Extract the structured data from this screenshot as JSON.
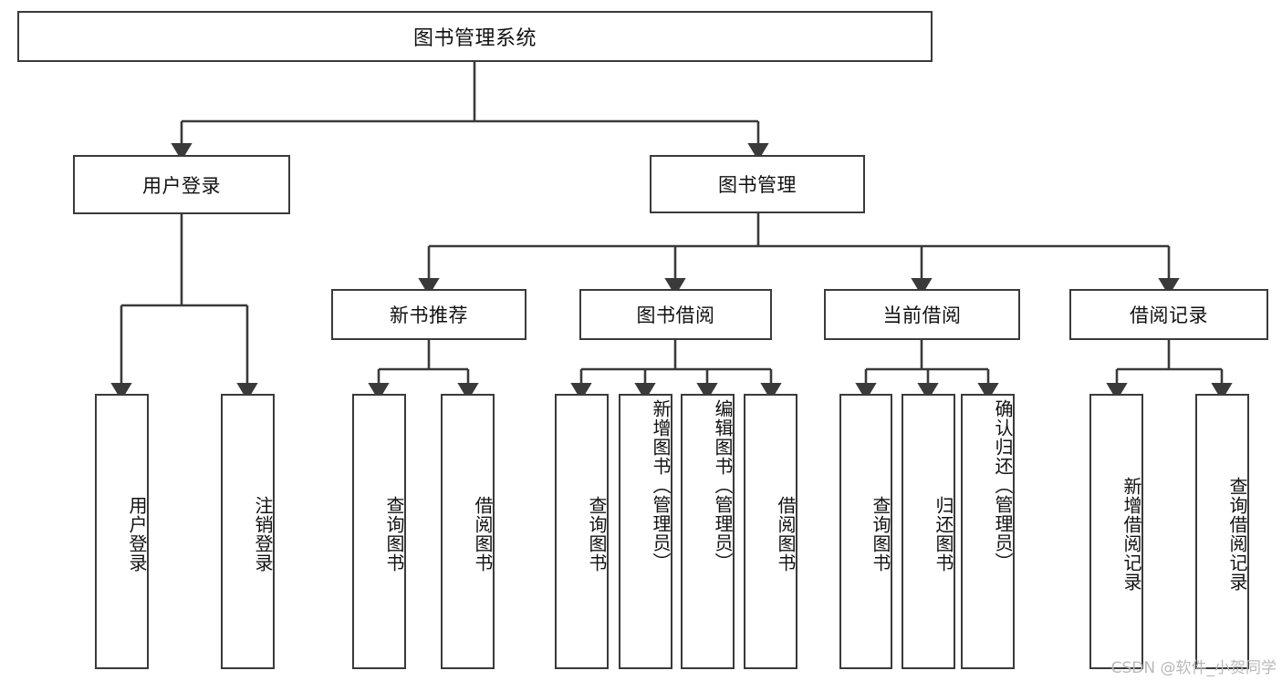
{
  "diagram": {
    "title": "图书管理系统",
    "watermark": "CSDN @软件_小贺同学",
    "line_color": "#3a3a3a",
    "box_fill": "#ffffff",
    "text_color": "#111111",
    "root": {
      "label": "图书管理系统"
    },
    "level1": [
      {
        "label": "用户登录"
      },
      {
        "label": "图书管理"
      }
    ],
    "level2": [
      {
        "label": "新书推荐"
      },
      {
        "label": "图书借阅"
      },
      {
        "label": "当前借阅"
      },
      {
        "label": "借阅记录"
      }
    ],
    "leaves": [
      {
        "label": "用户登录",
        "parent": "用户登录"
      },
      {
        "label": "注销登录",
        "parent": "用户登录"
      },
      {
        "label": "查询图书",
        "parent": "新书推荐"
      },
      {
        "label": "借阅图书",
        "parent": "新书推荐"
      },
      {
        "label": "查询图书",
        "parent": "图书借阅"
      },
      {
        "label": "新增图书（管理员）",
        "parent": "图书借阅"
      },
      {
        "label": "编辑图书（管理员）",
        "parent": "图书借阅"
      },
      {
        "label": "借阅图书",
        "parent": "图书借阅"
      },
      {
        "label": "查询图书",
        "parent": "当前借阅"
      },
      {
        "label": "归还图书",
        "parent": "当前借阅"
      },
      {
        "label": "确认归还（管理员）",
        "parent": "当前借阅"
      },
      {
        "label": "新增借阅记录",
        "parent": "借阅记录"
      },
      {
        "label": "查询借阅记录",
        "parent": "借阅记录"
      }
    ]
  }
}
